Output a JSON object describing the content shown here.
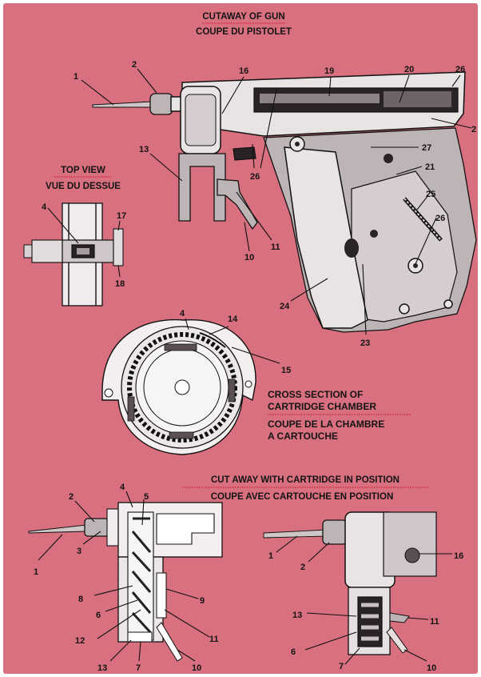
{
  "colors": {
    "paper": "#d8707f",
    "frame": "#ffffff",
    "underline": "#d11f36",
    "ink": "#141414"
  },
  "titles": {
    "cutaway_en": "CUTAWAY OF GUN",
    "cutaway_fr": "COUPE DU PISTOLET",
    "top_view_en": "TOP VIEW",
    "top_view_fr": "VUE DU DESSUE",
    "cross_section_en_1": "CROSS SECTION OF",
    "cross_section_en_2": "CARTRIDGE CHAMBER",
    "cross_section_fr_1": "COUPE DE LA CHAMBRE",
    "cross_section_fr_2": "A CARTOUCHE",
    "cartridge_en": "CUT AWAY WITH CARTRIDGE IN POSITION",
    "cartridge_fr": "COUPE AVEC CARTOUCHE EN POSITION"
  },
  "labels": {
    "gun": [
      "1",
      "2",
      "16",
      "19",
      "20",
      "26",
      "2",
      "13",
      "26",
      "27",
      "21",
      "25",
      "26",
      "10",
      "11",
      "24",
      "23"
    ],
    "top": [
      "4",
      "17",
      "18"
    ],
    "chamber": [
      "4",
      "14",
      "15"
    ],
    "cartridge_left": [
      "2",
      "4",
      "5",
      "1",
      "3",
      "8",
      "6",
      "12",
      "9",
      "11",
      "13",
      "7",
      "10"
    ],
    "cartridge_right": [
      "1",
      "2",
      "16",
      "13",
      "11",
      "6",
      "7",
      "10"
    ]
  }
}
